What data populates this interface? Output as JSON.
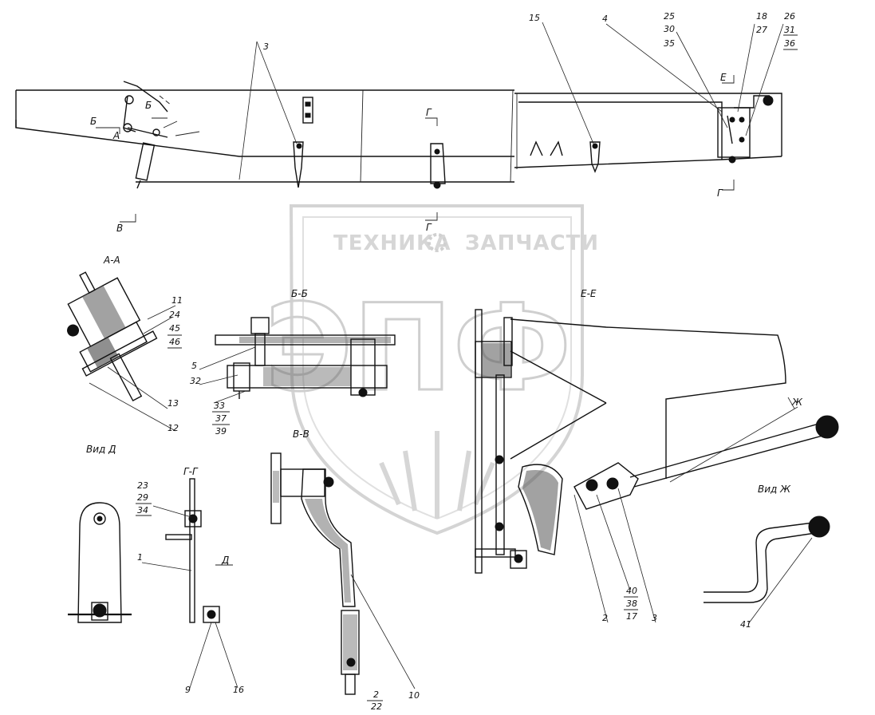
{
  "watermark": {
    "brand_left": "ТЕХНИКА",
    "brand_right": "ЗАПЧАСТИ",
    "logo_letters": "ЭПФ"
  },
  "sections": {
    "aa": "А-А",
    "bb": "Б-Б",
    "vv": "В-В",
    "gg": "Г-Г",
    "ee": "Е-Е",
    "view_d": "Вид Д",
    "view_zh": "Вид Ж"
  },
  "cut_marks": {
    "a": "А",
    "b1": "Б",
    "b2": "Б",
    "v": "В",
    "g1": "Г",
    "g2": "Г",
    "g3": "Г",
    "e": "Е",
    "zh": "Ж",
    "d": "Д"
  },
  "callouts": {
    "c1": "1",
    "c2": "2",
    "c2_22": "22",
    "c2b": "2",
    "c3": "3",
    "c3b": "3",
    "c4": "4",
    "c5": "5",
    "c9": "9",
    "c10": "10",
    "c11": "11",
    "c12": "12",
    "c13": "13",
    "c15": "15",
    "c16": "16",
    "c17": "17",
    "c18": "18",
    "c24": "24",
    "c45": "45",
    "c46": "46",
    "c25": "25",
    "c30": "30",
    "c35": "35",
    "c26": "26",
    "c31": "31",
    "c36": "36",
    "c27": "27",
    "c23": "23",
    "c29": "29",
    "c34": "34",
    "c32": "32",
    "c33": "33",
    "c37": "37",
    "c39": "39",
    "c40": "40",
    "c38": "38",
    "c41": "41"
  }
}
